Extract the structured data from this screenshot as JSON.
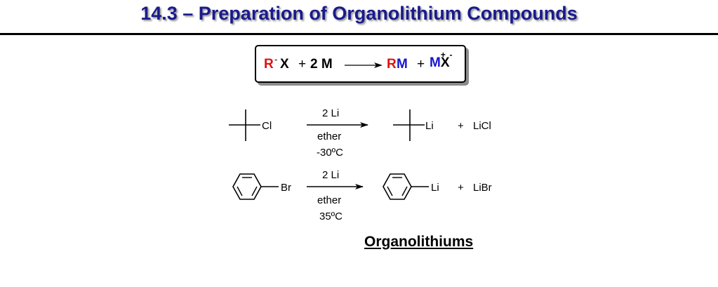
{
  "title": "14.3 – Preparation of Organolithium Compounds",
  "general_equation": {
    "R": "R",
    "dash": "-",
    "X": "X",
    "plus1": "+",
    "coef_M": "2 M",
    "RM_R": "R",
    "RM_M": "M",
    "plus2": "+",
    "M": "M",
    "M_charge": "+",
    "Xion": "X",
    "X_charge": "-"
  },
  "reaction1": {
    "reactant_atom": "Cl",
    "reagent": "2 Li",
    "solvent": "ether",
    "temperature": "-30ºC",
    "product_atom": "Li",
    "plus": "+",
    "byproduct": "LiCl"
  },
  "reaction2": {
    "reactant_atom": "Br",
    "reagent": "2 Li",
    "solvent": "ether",
    "temperature": "35ºC",
    "product_atom": "Li",
    "plus": "+",
    "byproduct": "LiBr"
  },
  "footer": "Organolithiums",
  "colors": {
    "title": "#1a1a8c",
    "R": "#e01010",
    "M": "#1515d0"
  }
}
